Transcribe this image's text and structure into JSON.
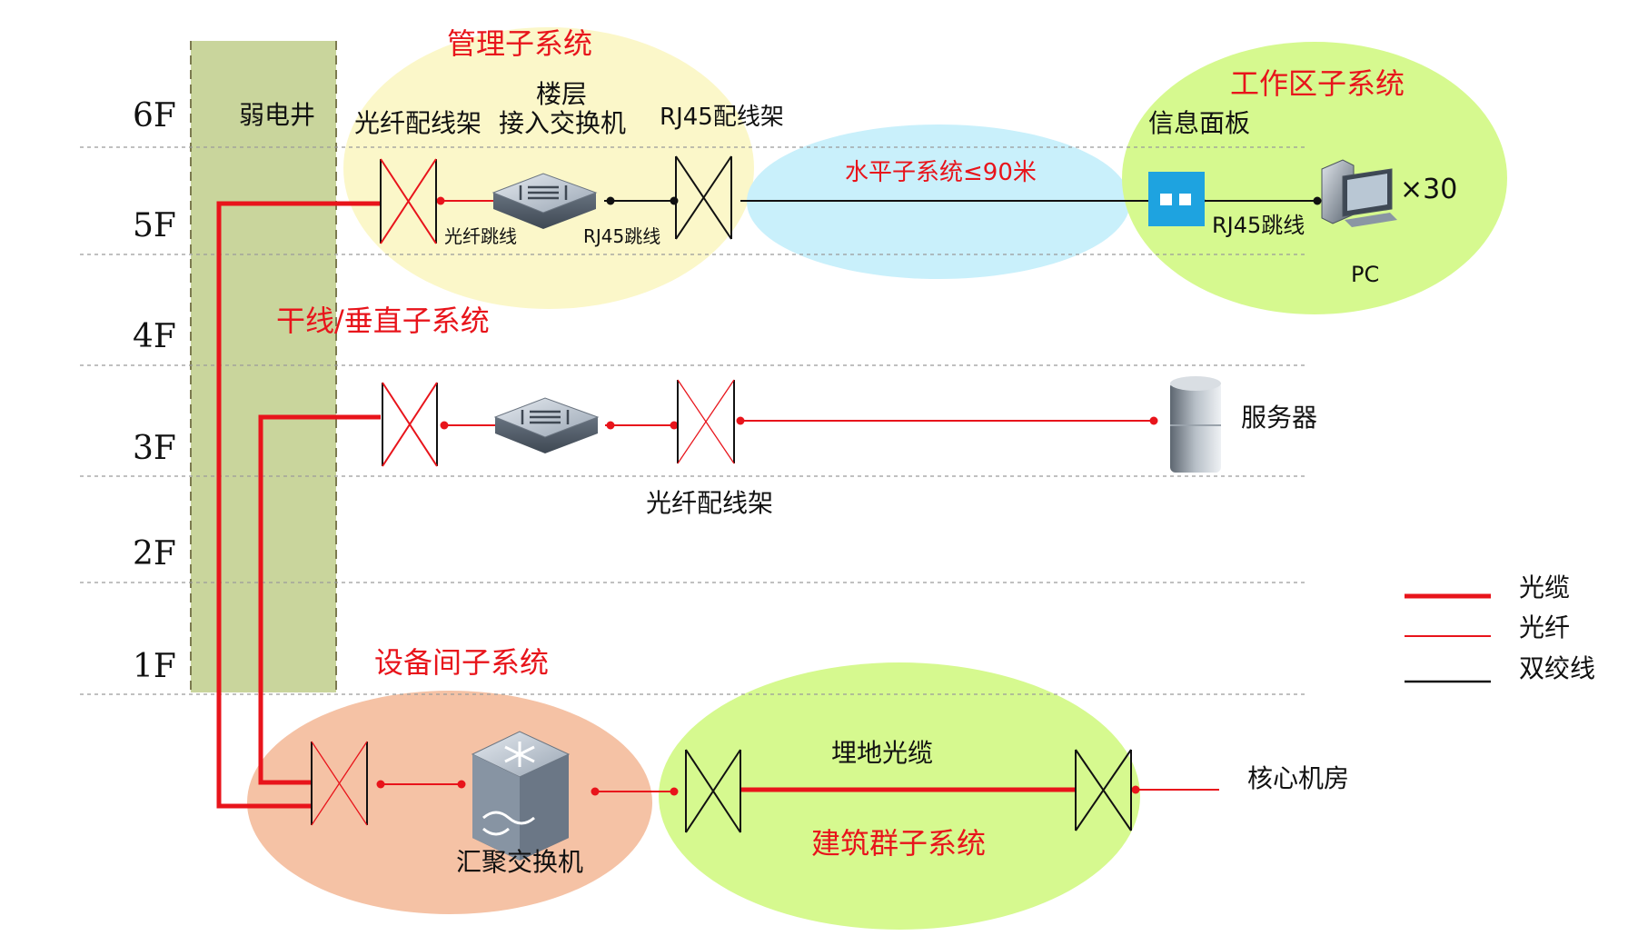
{
  "floors": [
    "6F",
    "5F",
    "4F",
    "3F",
    "2F",
    "1F"
  ],
  "shaft": {
    "label": "弱电井"
  },
  "subsystems": {
    "management": "管理子系统",
    "work_area": "工作区子系统",
    "horizontal": "水平子系统≤90米",
    "trunk": "干线/垂直子系统",
    "equipment_room": "设备间子系统",
    "building_group": "建筑群子系统"
  },
  "labels": {
    "fiber_patch_panel_5f": "光纤配线架",
    "floor_switch_line1": "楼层",
    "floor_switch_line2": "接入交换机",
    "rj45_patch_panel": "RJ45配线架",
    "info_panel": "信息面板",
    "fiber_jumper": "光纤跳线",
    "rj45_jumper_left": "RJ45跳线",
    "rj45_jumper_right": "RJ45跳线",
    "pc": "PC",
    "pc_count": "×30",
    "server": "服务器",
    "fiber_patch_panel_3f": "光纤配线架",
    "aggregation_switch": "汇聚交换机",
    "buried_cable": "埋地光缆",
    "core_room": "核心机房"
  },
  "legend": [
    {
      "label": "光缆",
      "color": "#e8141b"
    },
    {
      "label": "光纤",
      "color": "#e8141b"
    },
    {
      "label": "双绞线",
      "color": "#111111"
    }
  ],
  "colors": {
    "shaft_fill": "#c9d59c",
    "management_ellipse": "#fbf7c9",
    "work_area_ellipse": "#d6f98f",
    "horizontal_ellipse": "#c9f0fb",
    "equipment_ellipse": "#f5c2a5",
    "building_ellipse": "#d6f98f",
    "red": "#e8141b",
    "info_panel": "#1ea3e0"
  }
}
